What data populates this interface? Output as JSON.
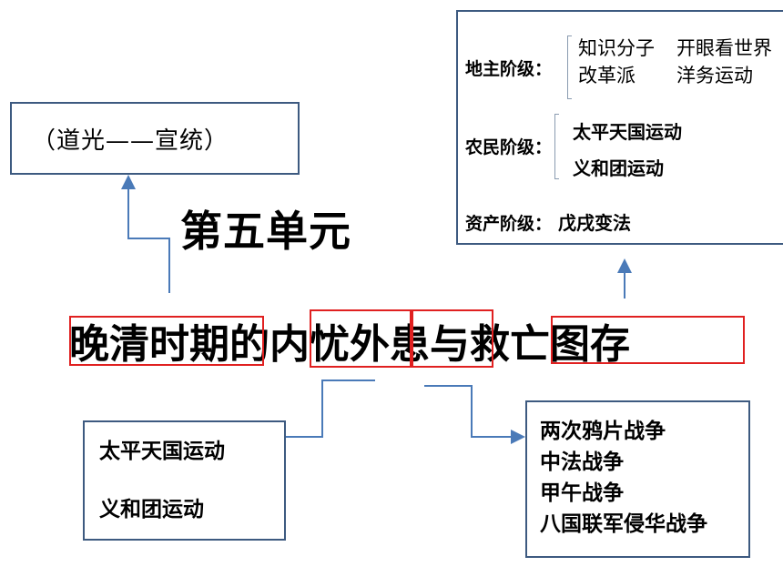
{
  "era": {
    "label": "（道光——宣统）"
  },
  "unit_title": "第五单元",
  "main_title": {
    "part1": "晚清时期",
    "part2": "的",
    "part3": "内忧",
    "part4": "外患",
    "part5": "与",
    "part6": "救亡图存"
  },
  "classes": [
    {
      "label": "地主阶级：",
      "items": [
        "知识分子",
        "开眼看世界",
        "改革派",
        "洋务运动"
      ]
    },
    {
      "label": "农民阶级：",
      "items": [
        "太平天国运动",
        "义和团运动"
      ]
    },
    {
      "label": "资产阶级：",
      "items": [
        "戊戌变法"
      ]
    }
  ],
  "internal": [
    "太平天国运动",
    "义和团运动"
  ],
  "external": [
    "两次鸦片战争",
    "中法战争",
    "甲午战争",
    "八国联军侵华战争"
  ],
  "colors": {
    "box_border": "#3d5a80",
    "connector": "#4a7ab8",
    "highlight": "#e02020"
  }
}
